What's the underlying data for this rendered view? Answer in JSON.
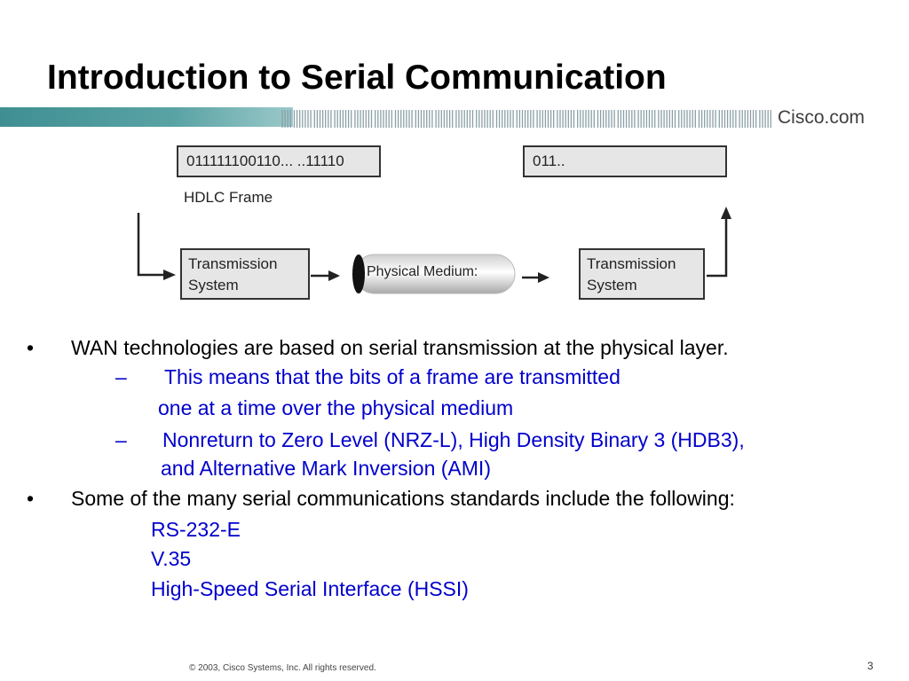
{
  "slide": {
    "title": "Introduction to Serial Communication",
    "brand": "Cisco.com",
    "footer": "© 2003, Cisco Systems, Inc. All rights reserved.",
    "page_number": "3"
  },
  "diagram": {
    "sender_bits": "011111100110... ..11110",
    "receiver_bits": "011..",
    "frame_label": "HDLC Frame",
    "sender_system": [
      "Transmission",
      "System"
    ],
    "receiver_system": [
      "Transmission",
      "System"
    ],
    "medium_label": "Physical Medium:"
  },
  "bullets": [
    {
      "marker": "•",
      "text": "WAN technologies are based on serial transmission  at the physical layer.",
      "sub": [
        {
          "marker": "–",
          "lines": [
            "This means that the bits of a frame are transmitted",
            "one at a time over the physical medium"
          ]
        },
        {
          "marker": "–",
          "lines": [
            "Nonreturn to Zero Level (NRZ-L), High Density Binary 3 (HDB3),",
            "and Alternative Mark Inversion (AMI)"
          ]
        }
      ]
    },
    {
      "marker": "•",
      "text": "Some of the many serial communications standards include the following:",
      "standards": [
        "RS-232-E",
        "V.35",
        "High-Speed Serial Interface (HSSI)"
      ]
    }
  ],
  "colors": {
    "body_text": "#000000",
    "sub_text": "#0000cc",
    "banner_teal": "#4a9a9c"
  }
}
